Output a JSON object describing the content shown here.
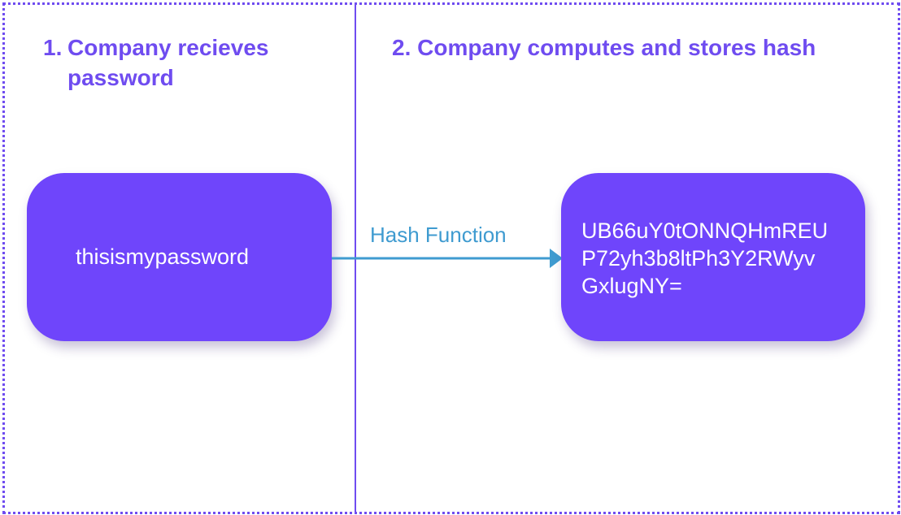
{
  "steps": [
    {
      "number": "1.",
      "title": "Company recieves password"
    },
    {
      "number": "2.",
      "title": "Company computes and stores hash"
    }
  ],
  "input_box": {
    "text": "thisismypassword"
  },
  "edge": {
    "label": "Hash Function"
  },
  "output_box": {
    "lines": [
      "UB66uY0tONNQHmREU",
      "P72yh3b8ltPh3Y2RWyv",
      "GxlugNY="
    ]
  },
  "colors": {
    "accent": "#6f4cf0",
    "box_fill": "#6f45fb",
    "arrow": "#3f9bd0",
    "box_text": "#ffffff"
  }
}
